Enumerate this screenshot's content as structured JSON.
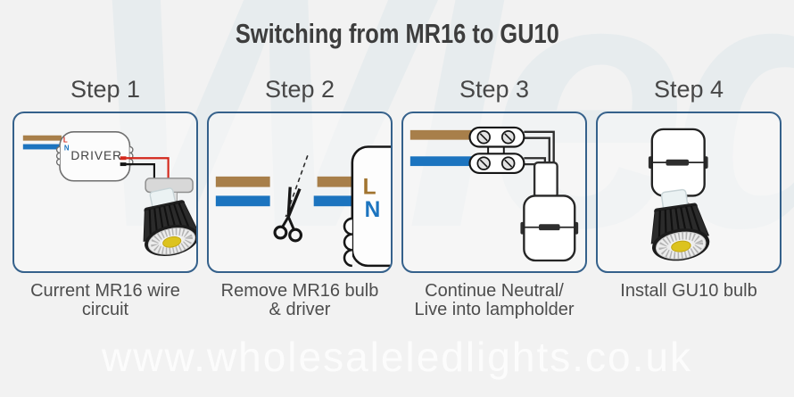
{
  "title": "Switching from MR16 to GU10",
  "watermark": {
    "site_url": "www.wholesaleledlights.co.uk",
    "logo_text": "Wled"
  },
  "colors": {
    "panel_border": "#35618b",
    "wire_brown": "#a87f4a",
    "wire_blue": "#1c74bf",
    "live_red": "#d3281c",
    "title_text": "#3d3d3d",
    "led_yellow": "#dcc31e"
  },
  "steps": [
    {
      "heading": "Step 1",
      "caption_lines": [
        "Current MR16 wire",
        "circuit"
      ],
      "diagram": {
        "driver_label": "DRIVER",
        "live_label": "L",
        "neutral_label": "N"
      }
    },
    {
      "heading": "Step 2",
      "caption_lines": [
        "Remove MR16 bulb",
        "& driver"
      ],
      "diagram": {
        "live_label": "L",
        "neutral_label": "N"
      }
    },
    {
      "heading": "Step 3",
      "caption_lines": [
        "Continue Neutral/",
        "Live into lampholder"
      ]
    },
    {
      "heading": "Step 4",
      "caption_lines": [
        "Install GU10 bulb"
      ]
    }
  ]
}
